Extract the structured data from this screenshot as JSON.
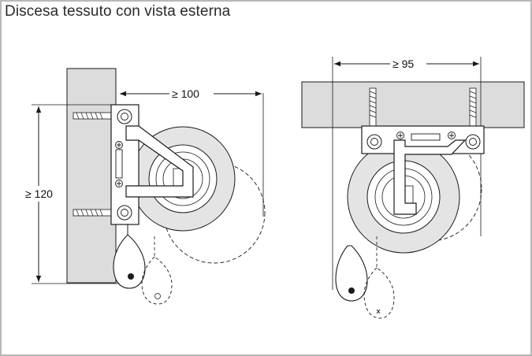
{
  "title": "Discesa tessuto con vista esterna",
  "left_view": {
    "dim_clearance": "≥ 100",
    "dim_height": "≥ 120"
  },
  "right_view": {
    "dim_clearance": "≥ 95"
  },
  "colors": {
    "wall": "#dcdcdc",
    "roll": "#e4e4e4",
    "line": "#1a1a1a",
    "frame": "#b8b8b8"
  }
}
